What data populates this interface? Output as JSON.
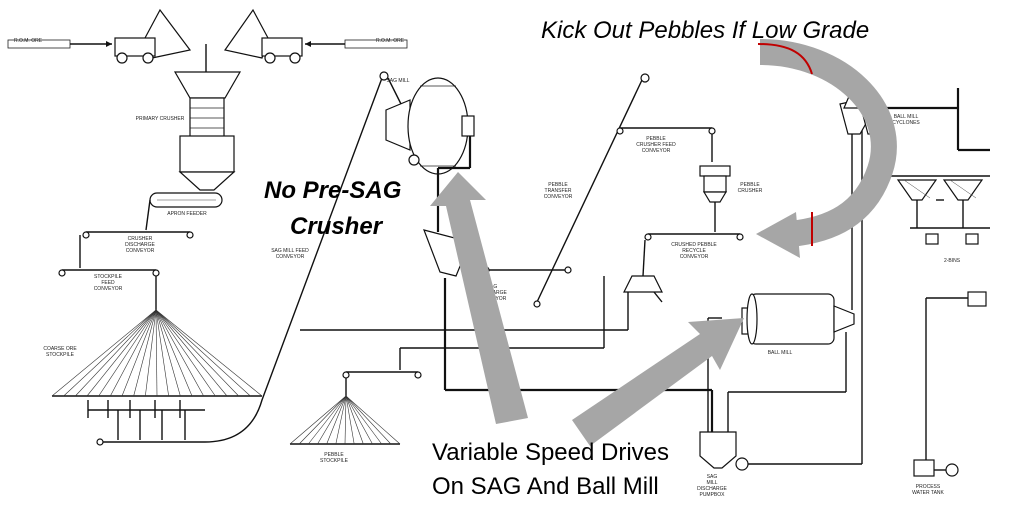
{
  "labels": {
    "rom_ore_left": "R.O.M. ORE",
    "rom_ore_right": "R.O.M. ORE",
    "primary_crusher": "PRIMARY CRUSHER",
    "apron_feeder": "APRON FEEDER",
    "crusher_discharge": [
      "CRUSHER",
      "DISCHARGE",
      "CONVEYOR"
    ],
    "stockpile_feed": [
      "STOCKPILE",
      "FEED",
      "CONVEYOR"
    ],
    "coarse_ore": [
      "COARSE ORE",
      "STOCKPILE"
    ],
    "sag_mill": "SAG MILL",
    "sag_feed": [
      "SAG MILL FEED",
      "CONVEYOR"
    ],
    "sag_discharge": [
      "SAG",
      "DISCHARGE",
      "CONVEYOR"
    ],
    "pebble_transfer": [
      "PEBBLE",
      "TRANSFER",
      "CONVEYOR"
    ],
    "pebble_crusher_feed": [
      "PEBBLE",
      "CRUSHER FEED",
      "CONVEYOR"
    ],
    "pebble_crusher": [
      "PEBBLE",
      "CRUSHER"
    ],
    "crushed_pebble": [
      "CRUSHED PEBBLE",
      "RECYCLE",
      "CONVEYOR"
    ],
    "ball_mill_cyclones": [
      "BALL MILL",
      "CYCLONES"
    ],
    "ball_mill": "BALL MILL",
    "two_bins": "2-BINS",
    "pebble_stockpile": [
      "PEBBLE",
      "STOCKPILE"
    ],
    "sag_pumpbox": [
      "SAG",
      "MILL",
      "DISCHARGE",
      "PUMPBOX"
    ],
    "process_water_tank": [
      "PROCESS",
      "WATER TANK"
    ]
  },
  "annotations": {
    "kick_out": "Kick Out Pebbles If Low Grade",
    "no_pre_sag": [
      "No Pre-SAG",
      "Crusher"
    ],
    "variable_speed": [
      "Variable Speed Drives",
      "On SAG And Ball Mill"
    ]
  },
  "colors": {
    "arrow": "#a6a6a6",
    "accent": "#c00000",
    "line": "#111111"
  }
}
